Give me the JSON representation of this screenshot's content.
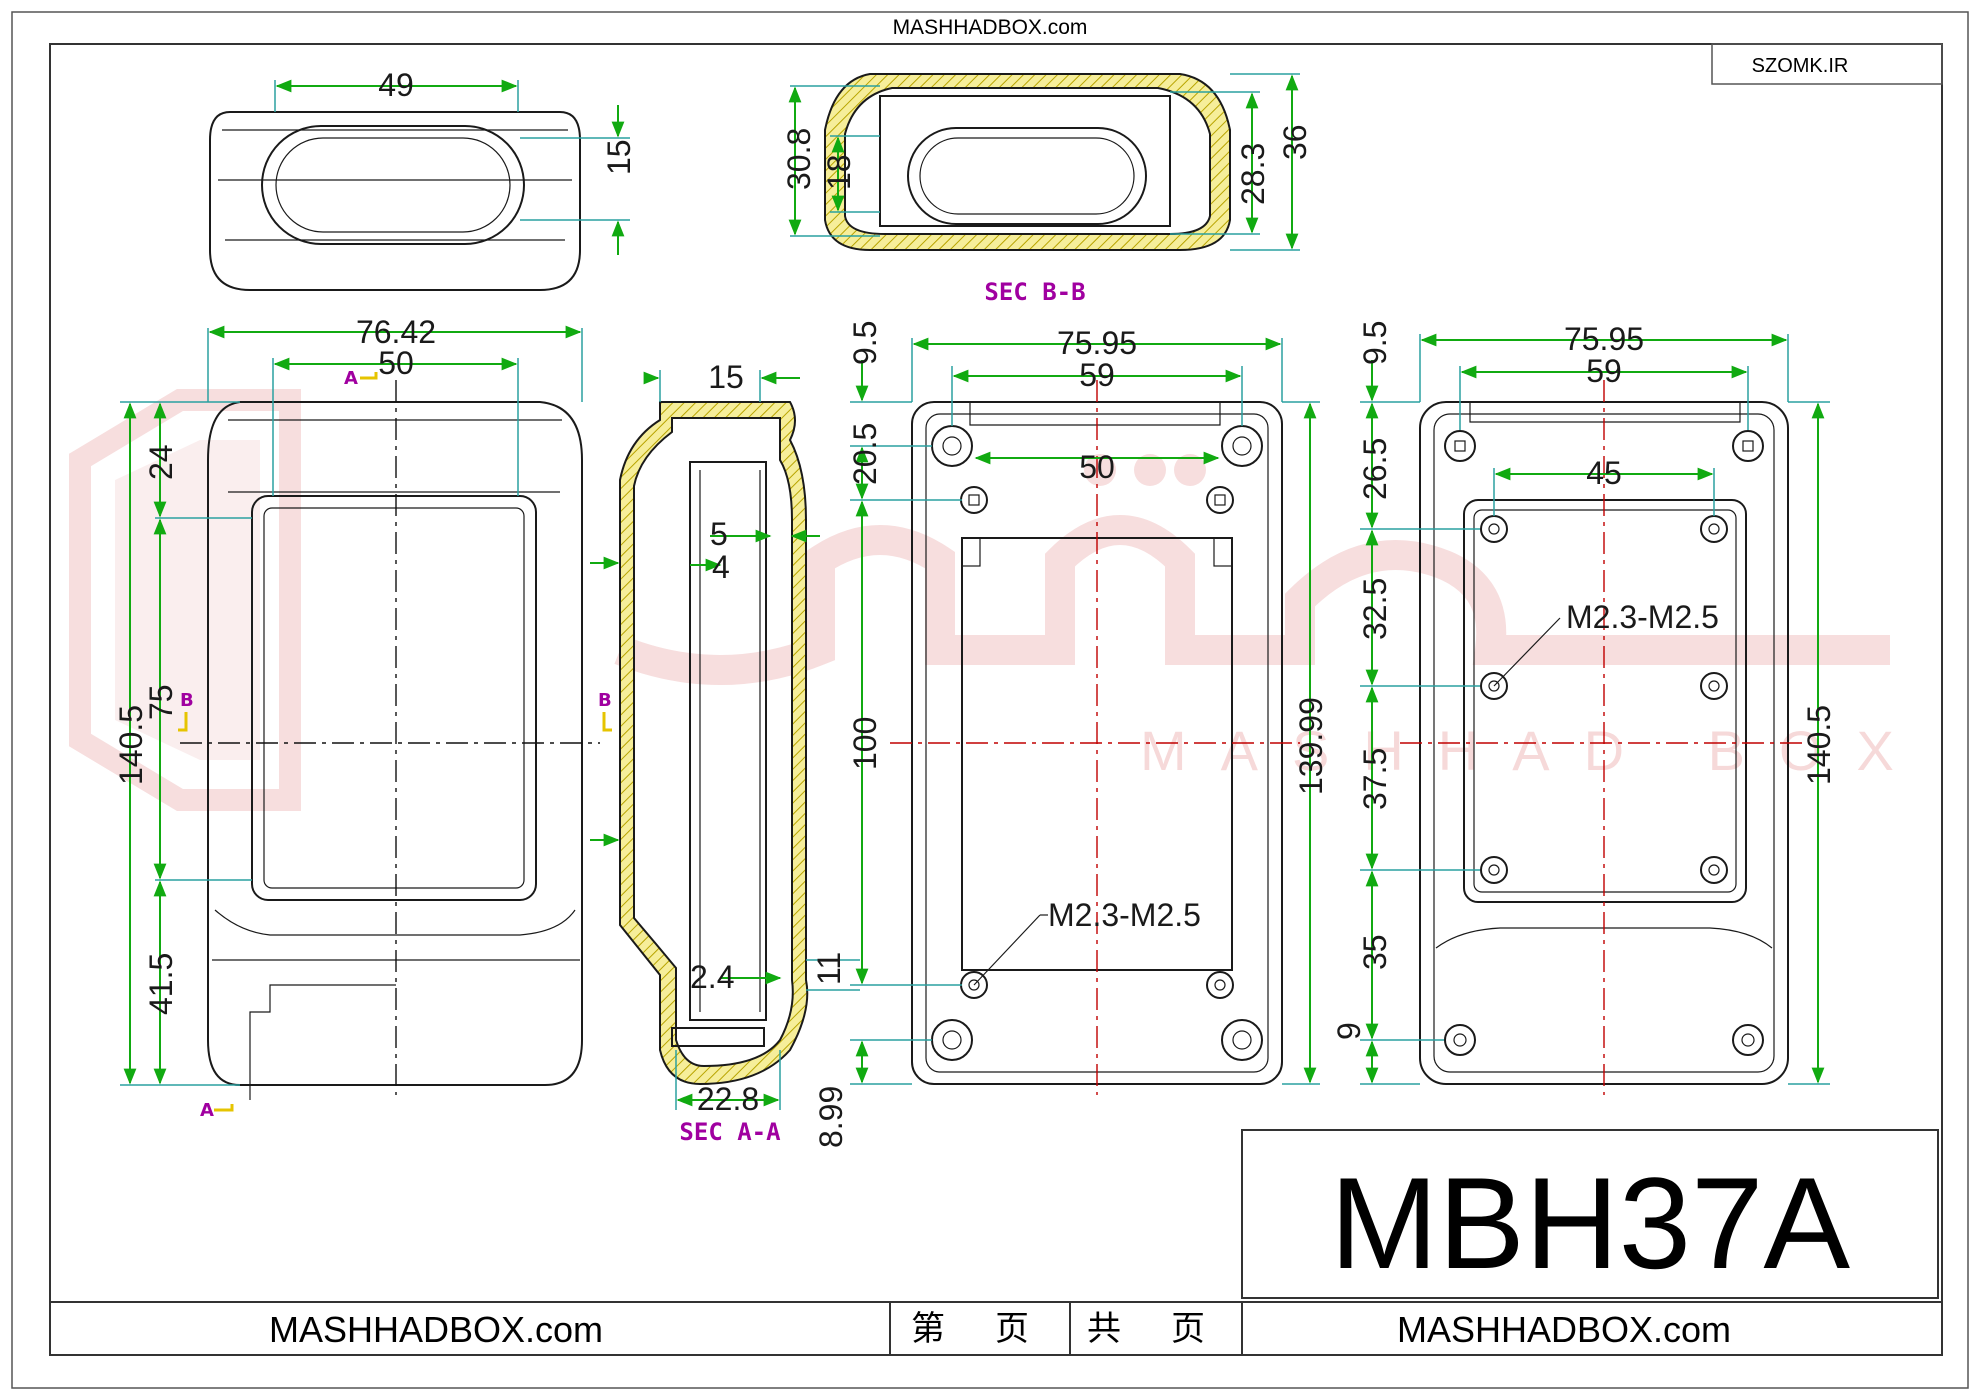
{
  "header": {
    "site": "MASHHADBOX.com",
    "corner_label": "SZOMK.IR"
  },
  "watermark": {
    "text": "MASHHAD BOX"
  },
  "model": {
    "name": "MBH37A"
  },
  "footer": {
    "left_site": "MASHHADBOX.com",
    "cells": [
      "第",
      "页",
      "共",
      "页"
    ],
    "right_site": "MASHHADBOX.com"
  },
  "sections": {
    "sec_bb": "SEC B-B",
    "sec_aa": "SEC A-A"
  },
  "markers": {
    "a_top": "A",
    "a_bottom": "A",
    "b_left": "B",
    "b_right": "B"
  },
  "end_view": {
    "dim_width": "49",
    "dim_height": "15"
  },
  "section_bb": {
    "dim_outer": "30.8",
    "dim_inner": "18",
    "dim_28": "28.3",
    "dim_36": "36"
  },
  "front_view": {
    "dim_width": "76.42",
    "dim_window": "50",
    "dim_top": "24",
    "dim_mid": "75",
    "dim_total": "140.5",
    "dim_bottom": "41.5"
  },
  "section_aa": {
    "dim_top": "15",
    "dim_5": "5",
    "dim_4": "4",
    "dim_24": "2.4",
    "dim_11": "11",
    "dim_bottom": "22.8"
  },
  "base_view": {
    "dim_width": "75.95",
    "dim_59": "59",
    "dim_50": "50",
    "dim_95": "9.5",
    "dim_205": "20.5",
    "dim_100": "100",
    "dim_899": "8.99",
    "dim_height": "139.99",
    "callout": "M2.3-M2.5"
  },
  "lid_view": {
    "dim_width": "75.95",
    "dim_59": "59",
    "dim_45": "45",
    "dim_95": "9.5",
    "dim_265": "26.5",
    "dim_325": "32.5",
    "dim_375": "37.5",
    "dim_35": "35",
    "dim_9": "9",
    "dim_height": "140.5",
    "callout": "M2.3-M2.5"
  }
}
